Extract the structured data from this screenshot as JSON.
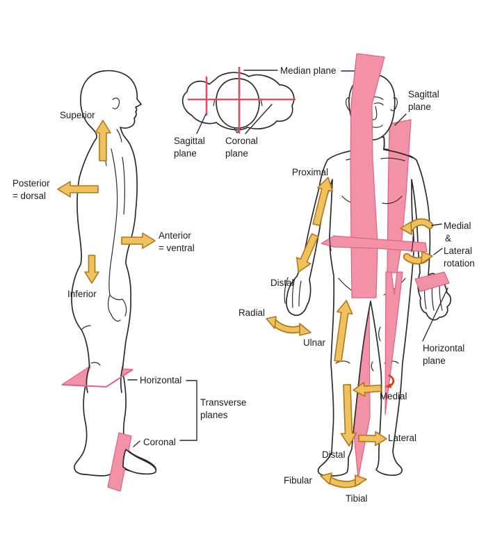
{
  "diagram": {
    "type": "anatomical-planes-and-directional-terms",
    "colors": {
      "background": "#FFFFFF",
      "plane_pink": "#F391A7",
      "plane_pink_edge": "#DD6480",
      "plane_pink_line": "#DF4C68",
      "arrow_gold": "#EFC25E",
      "arrow_gold_outline": "#B1761B",
      "body_outline": "#2D2A27",
      "label_text": "#1B1B1B",
      "accent_red": "#D6411C"
    },
    "side_view": {
      "superior": "Superior",
      "posterior_line1": "Posterior",
      "posterior_line2": "= dorsal",
      "anterior_line1": "Anterior",
      "anterior_line2": "= ventral",
      "inferior": "Inferior",
      "horizontal": "Horizontal",
      "transverse_line1": "Transverse",
      "transverse_line2": "planes",
      "coronal": "Coronal"
    },
    "top_view": {
      "median_plane": "Median plane",
      "sagittal_line1": "Sagittal",
      "sagittal_line2": "plane",
      "coronal_line1": "Coronal",
      "coronal_line2": "plane"
    },
    "front_view": {
      "sagittal_line1": "Sagittal",
      "sagittal_line2": "plane",
      "proximal": "Proximal",
      "rotation_line1": "Medial",
      "rotation_line2": "&",
      "rotation_line3": "Lateral",
      "rotation_line4": "rotation",
      "distal_arm": "Distal",
      "radial": "Radial",
      "ulnar": "Ulnar",
      "horizontal_plane_line1": "Horizontal",
      "horizontal_plane_line2": "plane",
      "medial": "Medial",
      "lateral": "Lateral",
      "distal_leg": "Distal",
      "fibular": "Fibular",
      "tibial": "Tibial"
    }
  }
}
